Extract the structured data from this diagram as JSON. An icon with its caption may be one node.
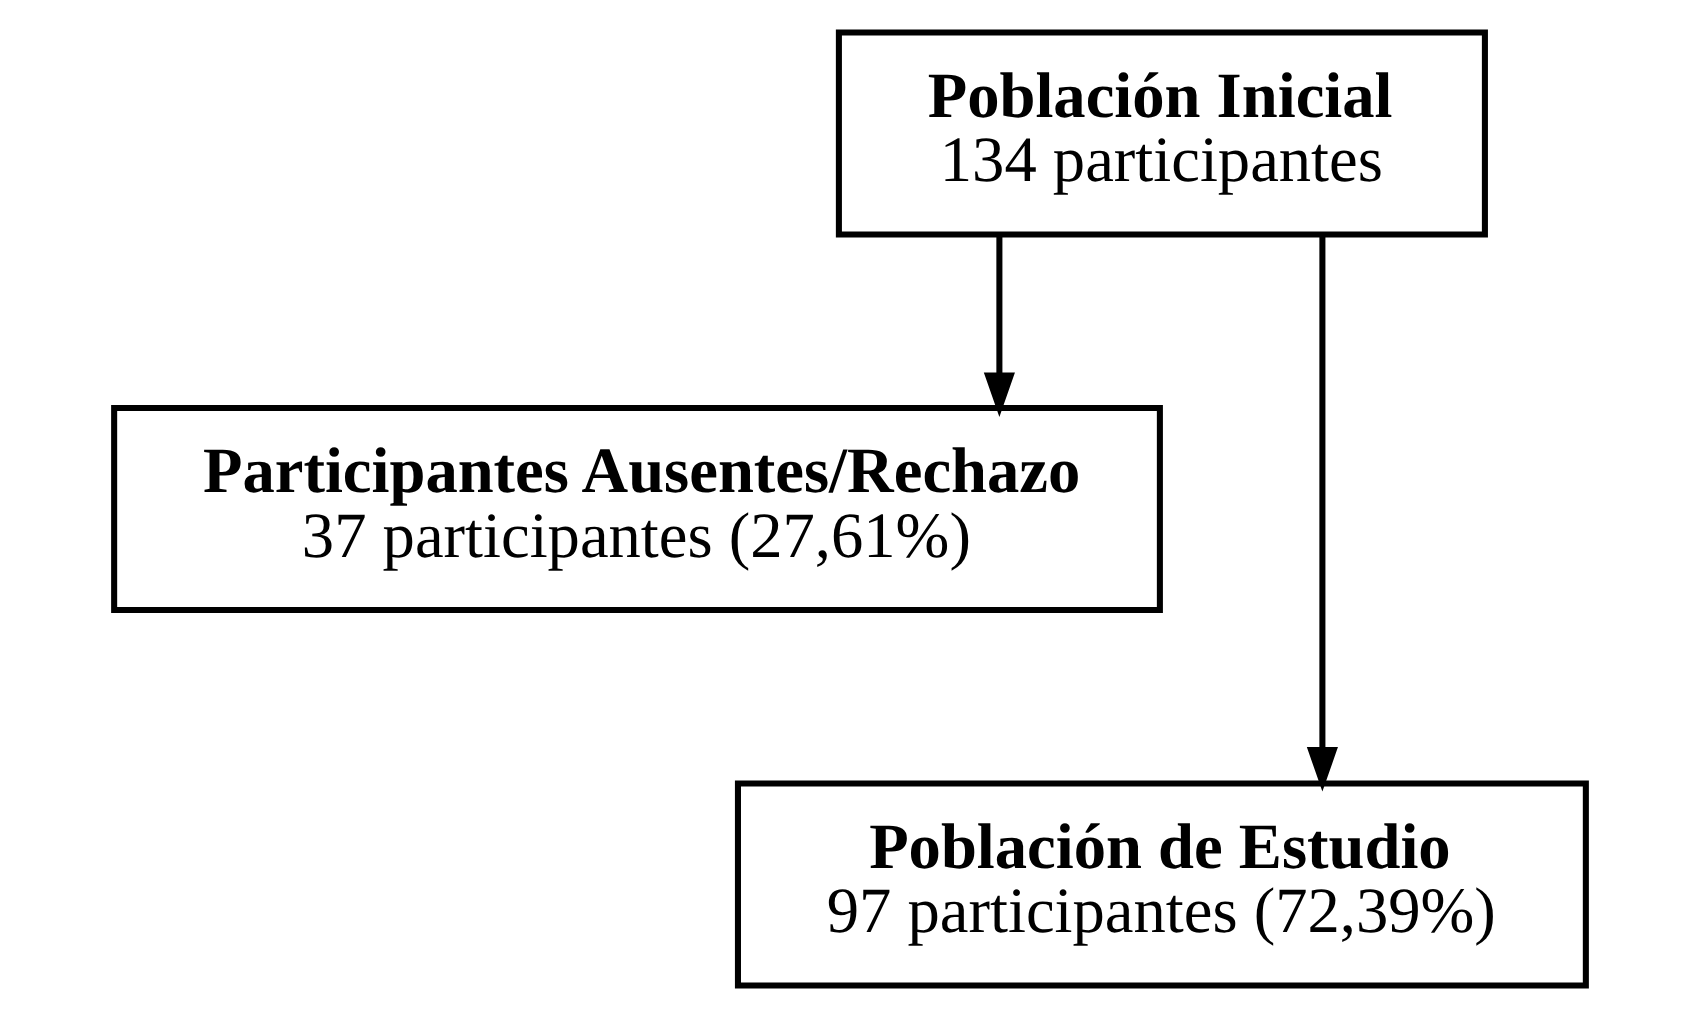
{
  "diagram": {
    "nodes": [
      {
        "text": [
          "Población Inicial",
          "134 participantes"
        ]
      },
      {
        "text": [
          "Participantes Ausentes/Rechazo",
          "37 participantes (27,61%)"
        ]
      },
      {
        "text": [
          "Población de Estudio",
          "97 participantes (72,39%)"
        ]
      }
    ],
    "edges": [
      {
        "from": 0,
        "to": 1,
        "arrow": "to"
      },
      {
        "from": 0,
        "to": 2,
        "arrow": "to"
      }
    ]
  }
}
